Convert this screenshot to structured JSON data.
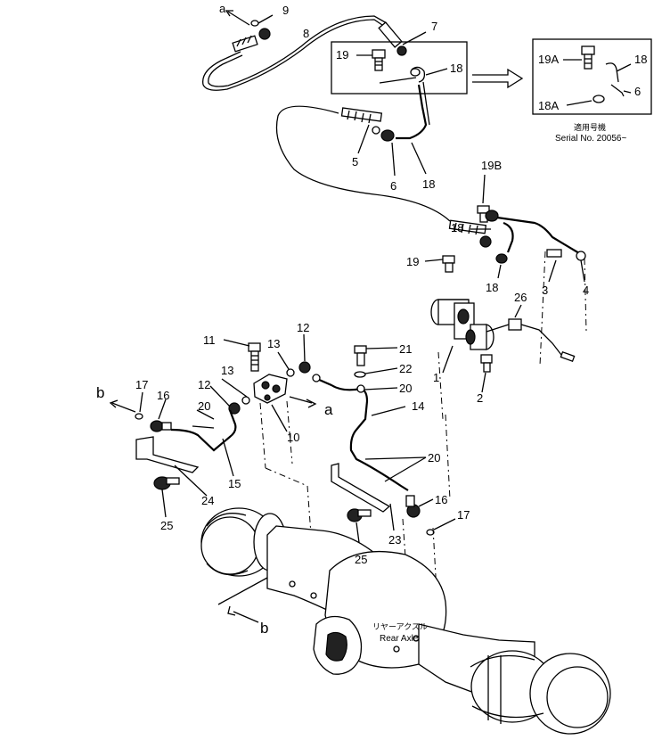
{
  "callouts": [
    {
      "id": "c-a-top",
      "text": "a"
    },
    {
      "id": "c-9",
      "text": "9"
    },
    {
      "id": "c-8",
      "text": "8"
    },
    {
      "id": "c-7",
      "text": "7"
    },
    {
      "id": "c-19",
      "text": "19"
    },
    {
      "id": "c-18-box",
      "text": "18"
    },
    {
      "id": "c-5",
      "text": "5"
    },
    {
      "id": "c-6",
      "text": "6"
    },
    {
      "id": "c-18-mid",
      "text": "18"
    },
    {
      "id": "c-19A",
      "text": "19A"
    },
    {
      "id": "c-18-inset",
      "text": "18"
    },
    {
      "id": "c-6-inset",
      "text": "6"
    },
    {
      "id": "c-18A",
      "text": "18A"
    },
    {
      "id": "c-19B",
      "text": "19B"
    },
    {
      "id": "c-18-right",
      "text": "18"
    },
    {
      "id": "c-19-right",
      "text": "19"
    },
    {
      "id": "c-18-low",
      "text": "18"
    },
    {
      "id": "c-3",
      "text": "3"
    },
    {
      "id": "c-4",
      "text": "4"
    },
    {
      "id": "c-26",
      "text": "26"
    },
    {
      "id": "c-1",
      "text": "1"
    },
    {
      "id": "c-2",
      "text": "2"
    },
    {
      "id": "c-11",
      "text": "11"
    },
    {
      "id": "c-13-top",
      "text": "13"
    },
    {
      "id": "c-12-top",
      "text": "12"
    },
    {
      "id": "c-21",
      "text": "21"
    },
    {
      "id": "c-22",
      "text": "22"
    },
    {
      "id": "c-20-top",
      "text": "20"
    },
    {
      "id": "c-13",
      "text": "13"
    },
    {
      "id": "c-12",
      "text": "12"
    },
    {
      "id": "c-17-left",
      "text": "17"
    },
    {
      "id": "c-16-left",
      "text": "16"
    },
    {
      "id": "c-b-left",
      "text": "b"
    },
    {
      "id": "c-20-left",
      "text": "20"
    },
    {
      "id": "c-a-mid",
      "text": "a"
    },
    {
      "id": "c-14",
      "text": "14"
    },
    {
      "id": "c-10",
      "text": "10"
    },
    {
      "id": "c-15",
      "text": "15"
    },
    {
      "id": "c-20-right",
      "text": "20"
    },
    {
      "id": "c-24",
      "text": "24"
    },
    {
      "id": "c-25-left",
      "text": "25"
    },
    {
      "id": "c-16-right",
      "text": "16"
    },
    {
      "id": "c-17-right",
      "text": "17"
    },
    {
      "id": "c-23",
      "text": "23"
    },
    {
      "id": "c-25-right",
      "text": "25"
    },
    {
      "id": "c-b-bottom",
      "text": "b"
    }
  ],
  "inset": {
    "jp_label": "適用号機",
    "serial_label": "Serial No. 20056~"
  },
  "axle": {
    "jp_label": "リヤーアクスル",
    "en_label": "Rear Axle"
  },
  "colors": {
    "line": "#000000",
    "background": "#ffffff"
  }
}
